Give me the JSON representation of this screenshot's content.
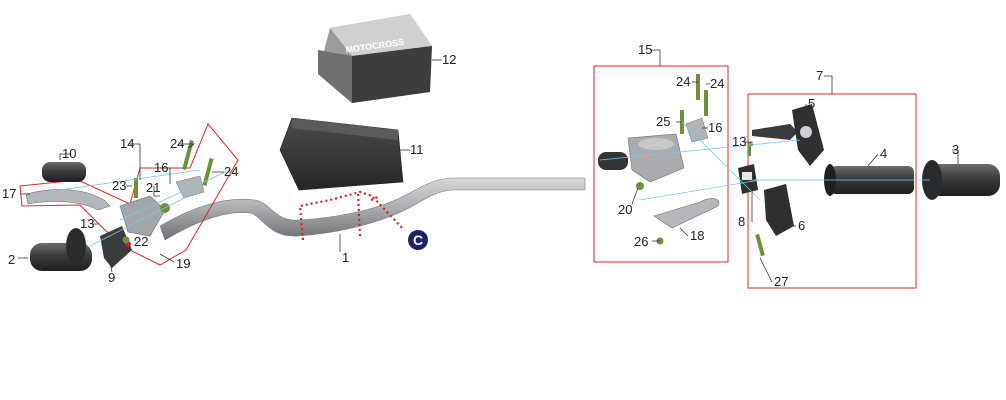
{
  "colors": {
    "group_border": "#e0262b",
    "bar_metal": "#a9abae",
    "dark_part": "#2e2f31",
    "bolt_green": "#6f8f3b",
    "callout_circle": "#1f1f6e",
    "dotted_marker": "#d0202a"
  },
  "box_label": "MOTOCROSS",
  "callout": "C",
  "parts": [
    {
      "id": "p1",
      "label": "1"
    },
    {
      "id": "p2",
      "label": "2"
    },
    {
      "id": "p3",
      "label": "3"
    },
    {
      "id": "p4",
      "label": "4"
    },
    {
      "id": "p5",
      "label": "5"
    },
    {
      "id": "p6",
      "label": "6"
    },
    {
      "id": "p7",
      "label": "7"
    },
    {
      "id": "p8",
      "label": "8"
    },
    {
      "id": "p9",
      "label": "9"
    },
    {
      "id": "p10",
      "label": "10"
    },
    {
      "id": "p11",
      "label": "11"
    },
    {
      "id": "p12",
      "label": "12"
    },
    {
      "id": "p13a",
      "label": "13"
    },
    {
      "id": "p13b",
      "label": "13"
    },
    {
      "id": "p14",
      "label": "14"
    },
    {
      "id": "p15",
      "label": "15"
    },
    {
      "id": "p16a",
      "label": "16"
    },
    {
      "id": "p16b",
      "label": "16"
    },
    {
      "id": "p17",
      "label": "17"
    },
    {
      "id": "p18",
      "label": "18"
    },
    {
      "id": "p19",
      "label": "19"
    },
    {
      "id": "p20",
      "label": "20"
    },
    {
      "id": "p21",
      "label": "21"
    },
    {
      "id": "p22",
      "label": "22"
    },
    {
      "id": "p23",
      "label": "23"
    },
    {
      "id": "p24a",
      "label": "24"
    },
    {
      "id": "p24b",
      "label": "24"
    },
    {
      "id": "p24c",
      "label": "24"
    },
    {
      "id": "p24d",
      "label": "24"
    },
    {
      "id": "p25",
      "label": "25"
    },
    {
      "id": "p26",
      "label": "26"
    },
    {
      "id": "p27",
      "label": "27"
    }
  ]
}
